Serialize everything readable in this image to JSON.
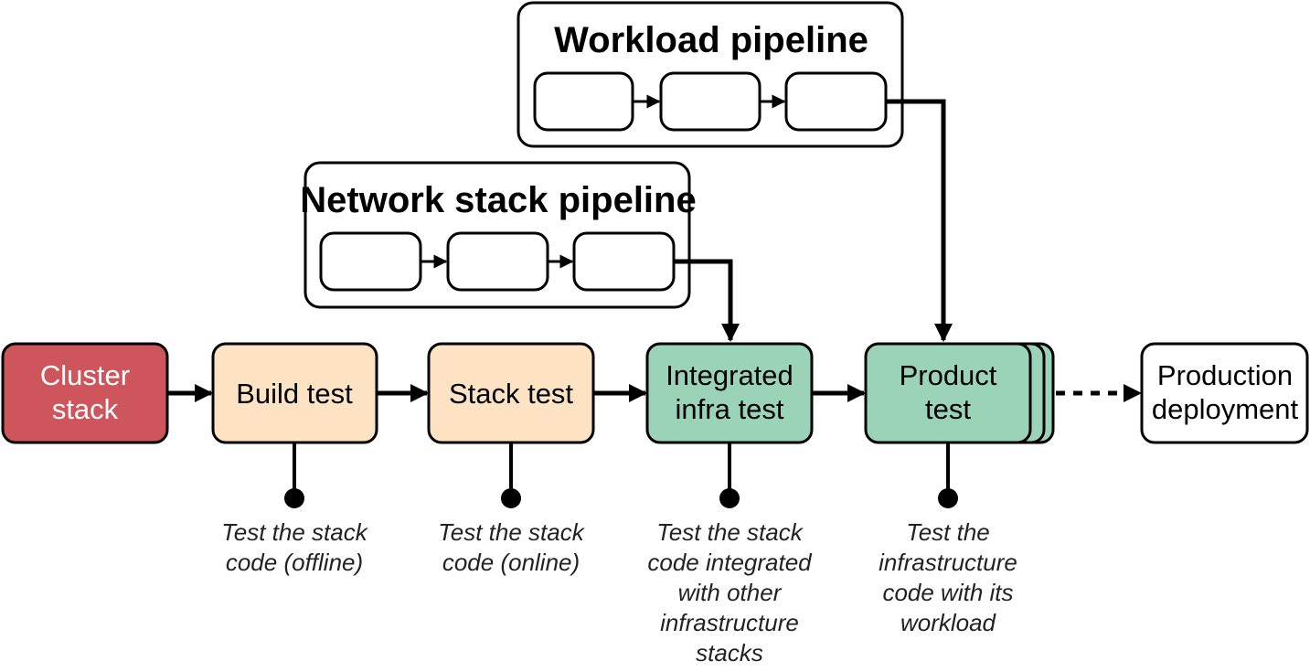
{
  "pipelines": {
    "workload": {
      "title": "Workload pipeline"
    },
    "network": {
      "title": "Network stack pipeline"
    }
  },
  "stages": {
    "cluster_stack": {
      "label_line1": "Cluster",
      "label_line2": "stack"
    },
    "build_test": {
      "label": "Build test"
    },
    "stack_test": {
      "label": "Stack test"
    },
    "integrated_infra_test": {
      "label_line1": "Integrated",
      "label_line2": "infra test"
    },
    "product_test": {
      "label_line1": "Product",
      "label_line2": "test"
    },
    "production_deployment": {
      "label_line1": "Production",
      "label_line2": "deployment"
    }
  },
  "notes": {
    "build_test": "Test the stack\ncode (offline)",
    "stack_test": "Test the stack\ncode (online)",
    "integrated_infra_test": "Test the stack\ncode integrated\nwith other\ninfrastructure\nstacks",
    "product_test": "Test the\ninfrastructure\ncode with its\nworkload"
  },
  "colors": {
    "cluster_stack_fill": "#cf555d",
    "test_stage_fill": "#fde3c3",
    "integration_stage_fill": "#9bd3b8",
    "production_fill": "#ffffff",
    "stroke": "#000000"
  }
}
